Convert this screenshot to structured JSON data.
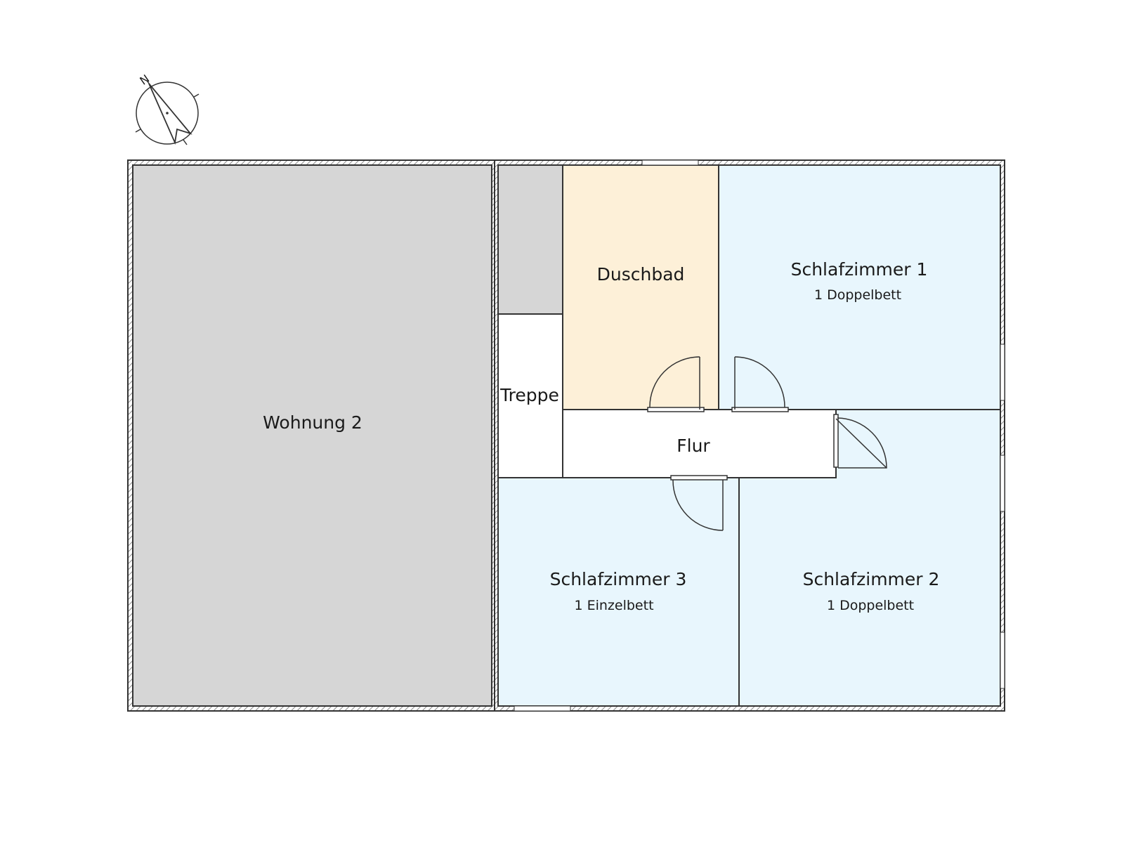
{
  "compass": {
    "north_label": "N"
  },
  "rooms": {
    "wohnung2": {
      "label": "Wohnung 2",
      "fill": "#d6d6d6"
    },
    "abstell": {
      "label": "",
      "fill": "#d6d6d6"
    },
    "treppe": {
      "label": "Treppe",
      "fill": "#ffffff"
    },
    "duschbad": {
      "label": "Duschbad",
      "fill": "#fdf0d8"
    },
    "schlafzimmer1": {
      "label": "Schlafzimmer 1",
      "sub": "1 Doppelbett",
      "fill": "#e8f6fd"
    },
    "flur": {
      "label": "Flur",
      "fill": "#ffffff"
    },
    "schlafzimmer3": {
      "label": "Schlafzimmer 3",
      "sub": "1 Einzelbett",
      "fill": "#e8f6fd"
    },
    "schlafzimmer2": {
      "label": "Schlafzimmer 2",
      "sub": "1 Doppelbett",
      "fill": "#e8f6fd"
    }
  },
  "colors": {
    "wall": "#333333",
    "wall_hatch": "#8a8a8a"
  }
}
